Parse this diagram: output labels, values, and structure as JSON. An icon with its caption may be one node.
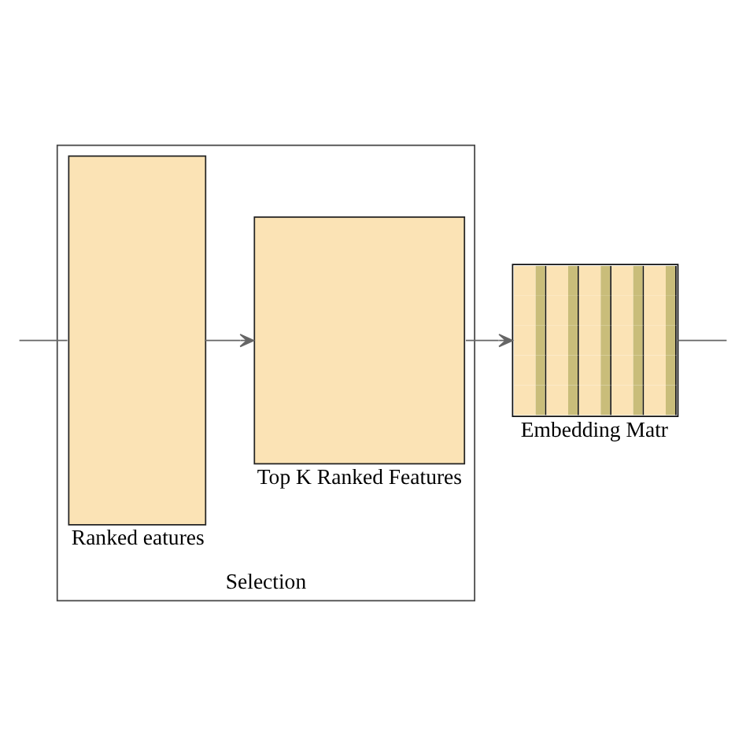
{
  "diagram": {
    "nodes": [
      {
        "text": [
          "Selection"
        ]
      },
      {
        "text": [
          "Ranked eatures"
        ],
        "in": 0
      },
      {
        "text": [
          "Top K Ranked Features"
        ],
        "in": 0
      },
      {
        "text": [
          "Embedding Matr"
        ]
      }
    ],
    "edges": [
      {
        "from": null,
        "to": 1,
        "arrow": "none"
      },
      {
        "from": 1,
        "to": 2,
        "arrow": "to"
      },
      {
        "from": 2,
        "to": 3,
        "arrow": "to"
      },
      {
        "from": 3,
        "to": null,
        "arrow": "none"
      }
    ]
  }
}
